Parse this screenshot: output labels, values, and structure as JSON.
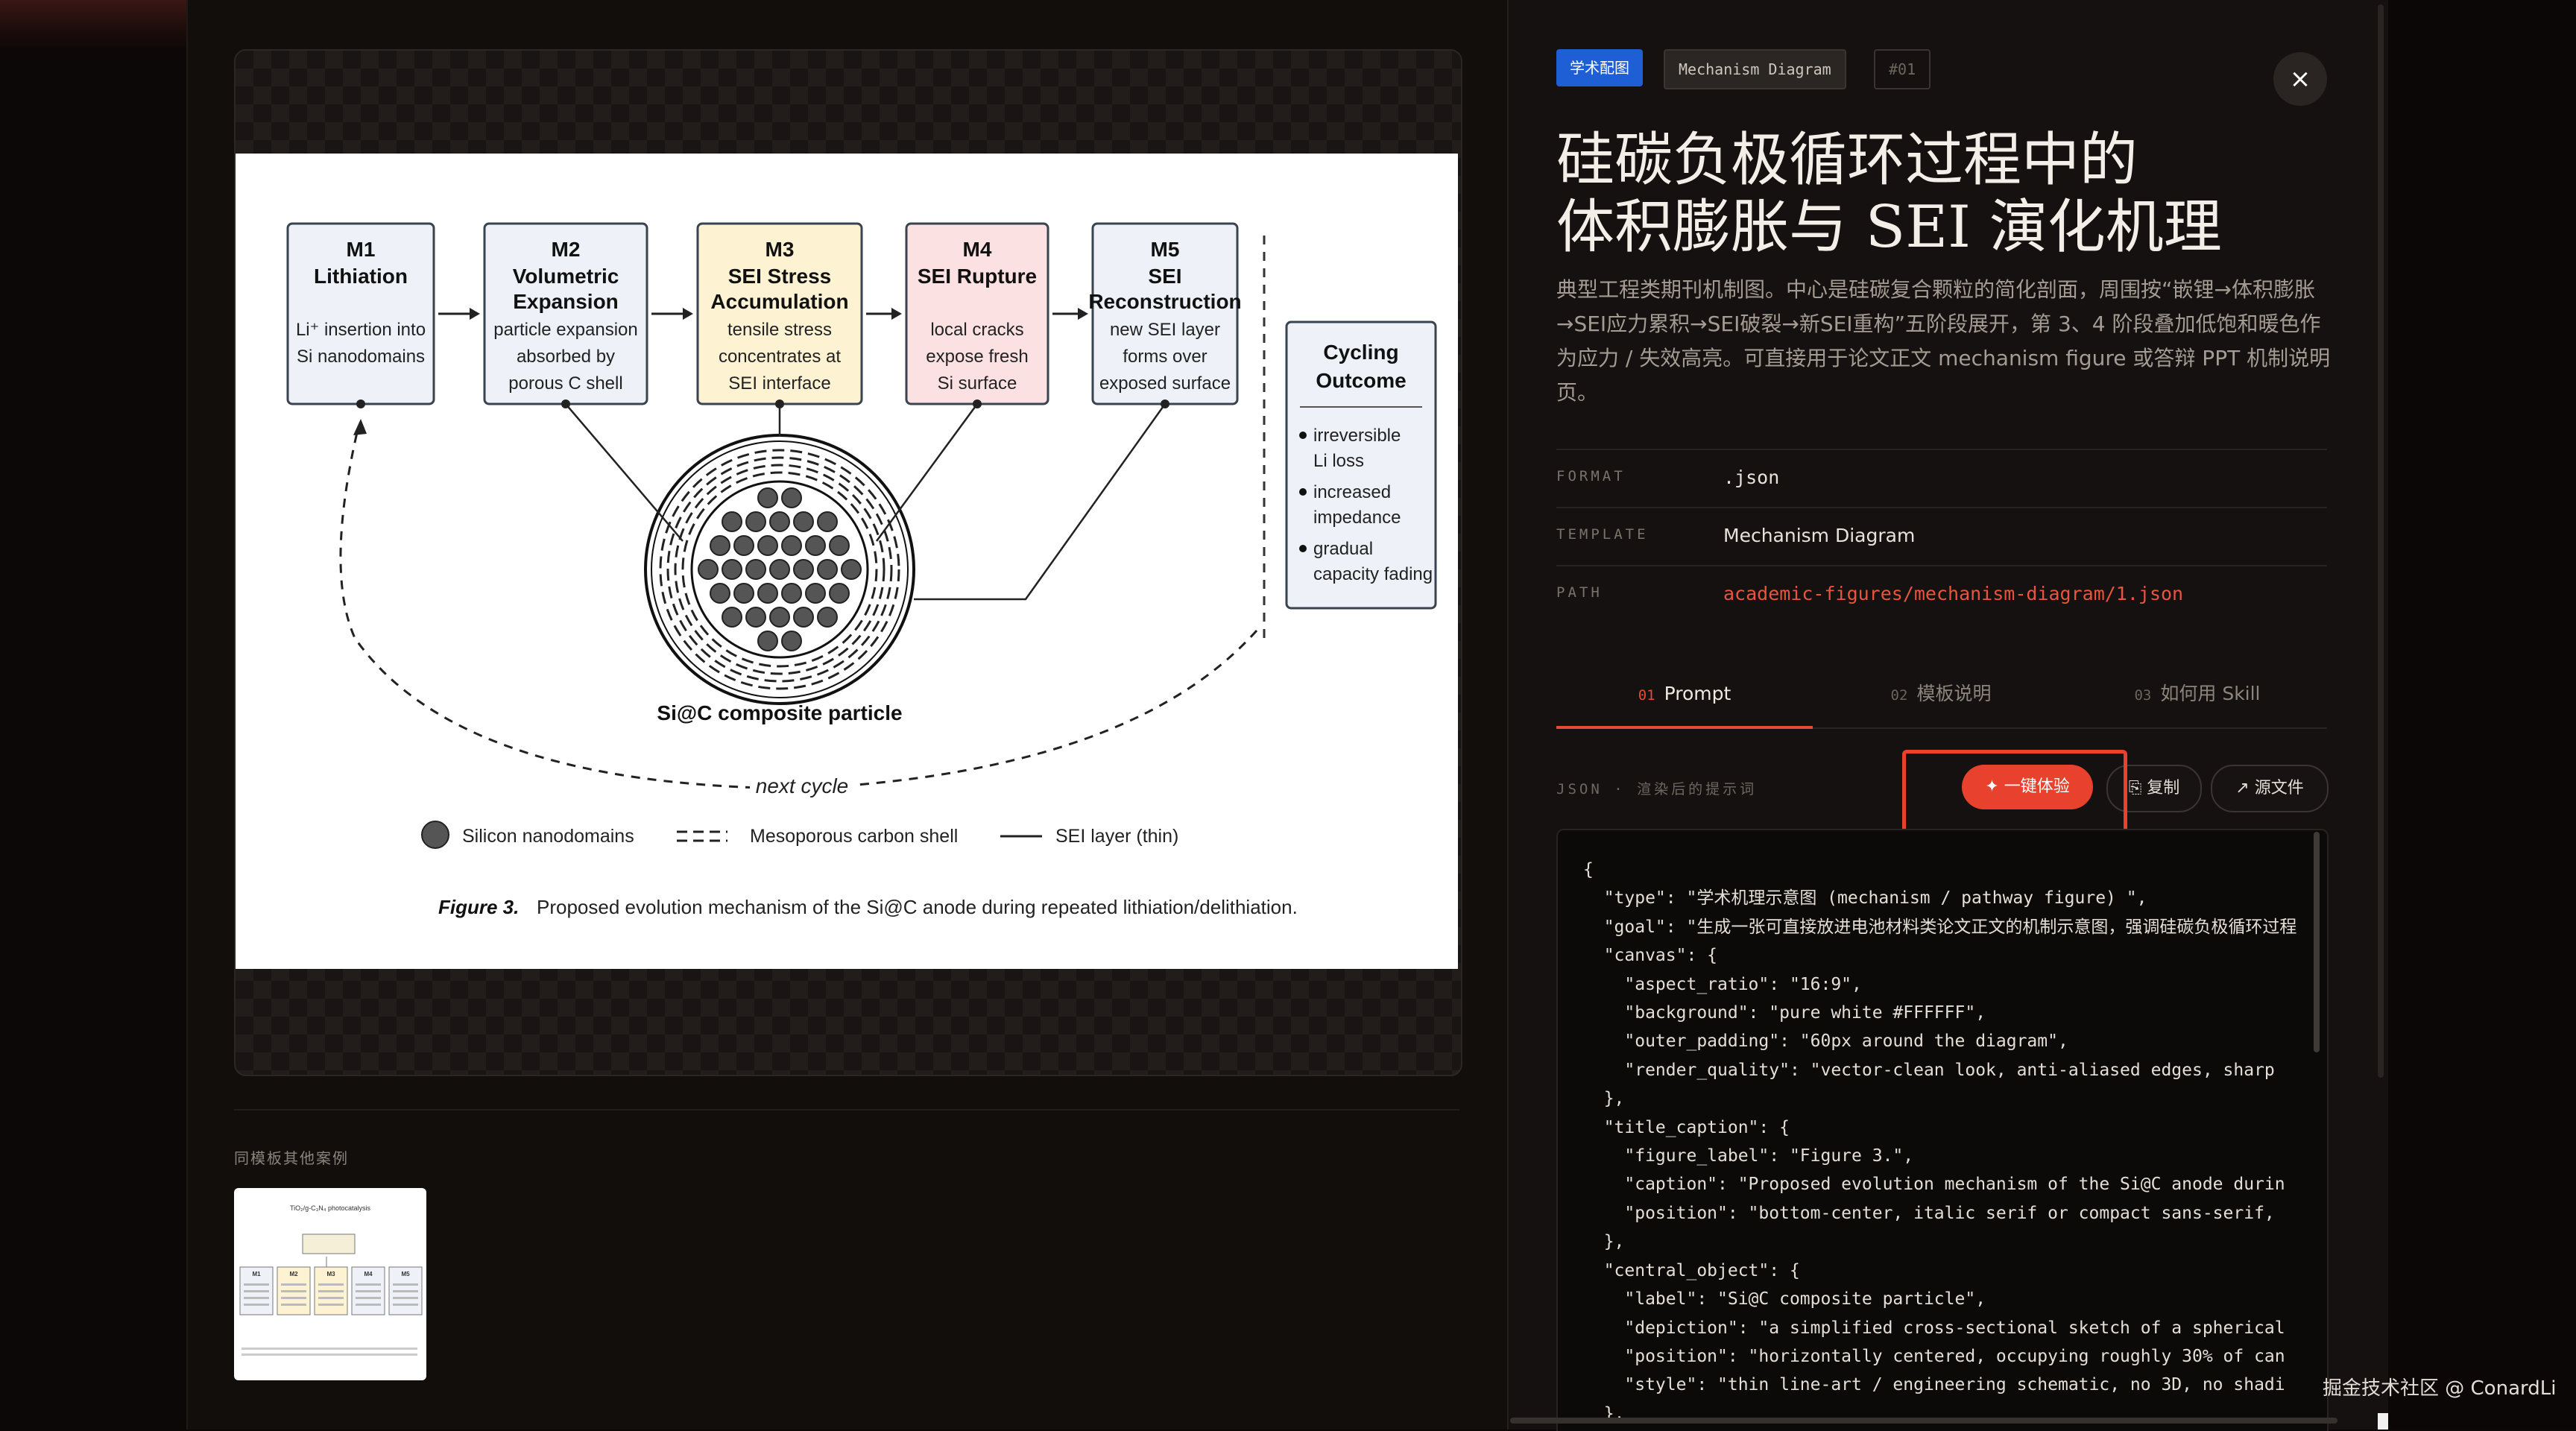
{
  "tags": {
    "category": "学术配图",
    "template": "Mechanism Diagram",
    "index": "#01"
  },
  "close_label": "×",
  "title_line1": "硅碳负极循环过程中的",
  "title_line2": "体积膨胀与 SEI 演化机理",
  "description": "典型工程类期刊机制图。中心是硅碳复合颗粒的简化剖面，周围按“嵌锂→体积膨胀→SEI应力累积→SEI破裂→新SEI重构”五阶段展开，第 3、4 阶段叠加低饱和暖色作为应力 / 失效高亮。可直接用于论文正文 mechanism figure 或答辩 PPT 机制说明页。",
  "meta": {
    "format_key": "FORMAT",
    "format_val": ".json",
    "template_key": "TEMPLATE",
    "template_val": "Mechanism Diagram",
    "path_key": "PATH",
    "path_val": "academic-figures/mechanism-diagram/1.json"
  },
  "tabs": [
    {
      "num": "01",
      "label": "Prompt"
    },
    {
      "num": "02",
      "label": "模板说明"
    },
    {
      "num": "03",
      "label": "如何用 Skill"
    }
  ],
  "json_label": "JSON · 渲染后的提示词",
  "buttons": {
    "try": "✦ 一键体验",
    "copy": "⎘ 复制",
    "source": "↗ 源文件"
  },
  "code": "{\n  \"type\": \"学术机理示意图 (mechanism / pathway figure) \",\n  \"goal\": \"生成一张可直接放进电池材料类论文正文的机制示意图，强调硅碳负极循环过程\n  \"canvas\": {\n    \"aspect_ratio\": \"16:9\",\n    \"background\": \"pure white #FFFFFF\",\n    \"outer_padding\": \"60px around the diagram\",\n    \"render_quality\": \"vector-clean look, anti-aliased edges, sharp\n  },\n  \"title_caption\": {\n    \"figure_label\": \"Figure 3.\",\n    \"caption\": \"Proposed evolution mechanism of the Si@C anode durin\n    \"position\": \"bottom-center, italic serif or compact sans-serif,\n  },\n  \"central_object\": {\n    \"label\": \"Si@C composite particle\",\n    \"depiction\": \"a simplified cross-sectional sketch of a spherical\n    \"position\": \"horizontally centered, occupying roughly 30% of can\n    \"style\": \"thin line-art / engineering schematic, no 3D, no shadi\n  },",
  "more_label": "同模板其他案例",
  "watermark": "掘金技术社区 @ ConardLi",
  "figure": {
    "stages": [
      {
        "id": "M1",
        "name": [
          "Lithiation"
        ],
        "desc": [
          "Li⁺ insertion into",
          "Si nanodomains"
        ],
        "fill": "#eef2f8"
      },
      {
        "id": "M2",
        "name": [
          "Volumetric",
          "Expansion"
        ],
        "desc": [
          "particle expansion",
          "absorbed by",
          "porous C shell"
        ],
        "fill": "#eef2f8"
      },
      {
        "id": "M3",
        "name": [
          "SEI Stress",
          "Accumulation"
        ],
        "desc": [
          "tensile stress",
          "concentrates at",
          "SEI interface"
        ],
        "fill": "#fdf3d3"
      },
      {
        "id": "M4",
        "name": [
          "SEI Rupture"
        ],
        "desc": [
          "local cracks",
          "expose fresh",
          "Si surface"
        ],
        "fill": "#fbe1e1"
      },
      {
        "id": "M5",
        "name": [
          "SEI",
          "Reconstruction"
        ],
        "desc": [
          "new SEI layer",
          "forms over",
          "exposed surface"
        ],
        "fill": "#eef2f8"
      }
    ],
    "outcome_title": [
      "Cycling",
      "Outcome"
    ],
    "outcome_items": [
      [
        "irreversible",
        "Li loss"
      ],
      [
        "increased",
        "impedance"
      ],
      [
        "gradual",
        "capacity fading"
      ]
    ],
    "particle_label": "Si@C composite particle",
    "next_cycle": "next cycle",
    "legend": [
      "Silicon nanodomains",
      "Mesoporous carbon shell",
      "SEI layer (thin)"
    ],
    "caption_label": "Figure 3.",
    "caption_text": "Proposed evolution mechanism of the Si@C anode during repeated lithiation/delithiation."
  },
  "thumb": {
    "title": "TiO₂/g-C₃N₄ photocatalysis",
    "stages": [
      "M1",
      "M2",
      "M3",
      "M4",
      "M5"
    ]
  },
  "colors": {
    "accent": "#e8412d",
    "tag_blue": "#1f5fd6",
    "path_red": "#e8553f"
  }
}
